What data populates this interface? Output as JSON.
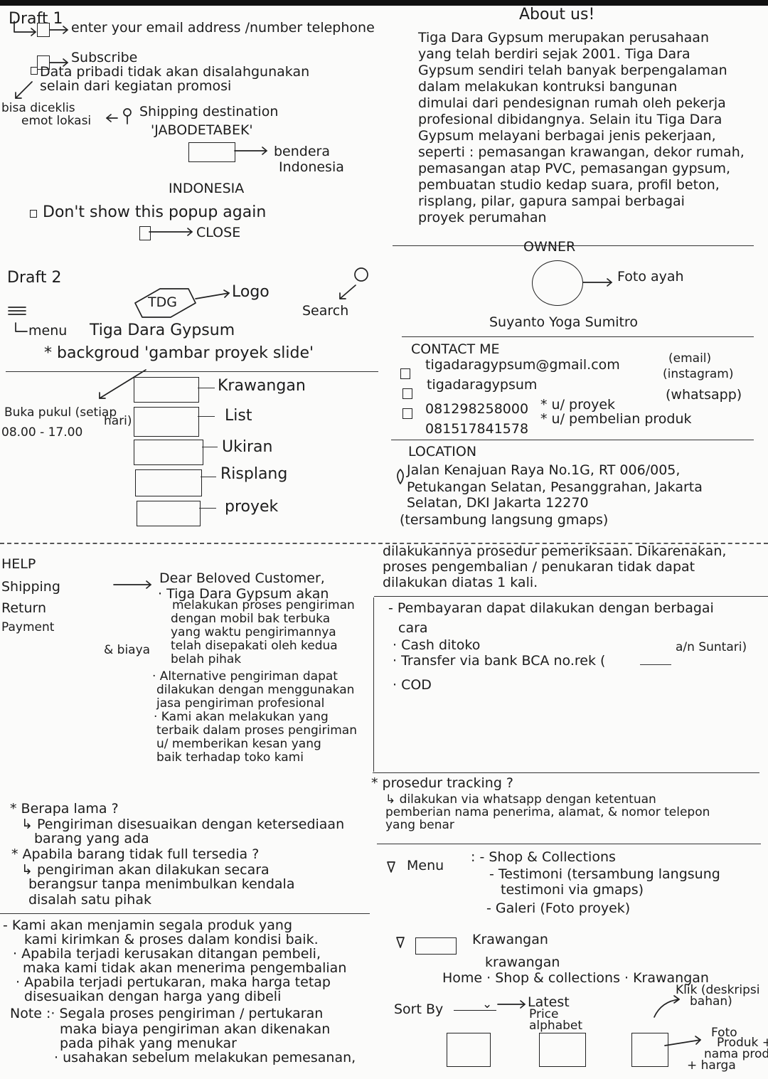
{
  "draft1": {
    "title": "Draft 1",
    "email_note": "enter your email address /number telephone",
    "subscribe": "Subscribe",
    "privacy_1": "Data pribadi tidak akan disalahgunakan",
    "privacy_2": "selain dari kegiatan promosi",
    "side_note_1": "bisa diceklis",
    "side_note_2": "emot lokasi",
    "shipping_dest": "Shipping destination",
    "region": "'JABODETABEK'",
    "flag_note_1": "bendera",
    "flag_note_2": "Indonesia",
    "country": "INDONESIA",
    "dont_show": "Don't show this popup again",
    "close": "CLOSE"
  },
  "draft2": {
    "title": "Draft 2",
    "logo_text": "TDG",
    "logo_label": "Logo",
    "search_label": "Search",
    "menu_label": "menu",
    "brand": "Tiga Dara Gypsum",
    "background_note": "* backgroud 'gambar proyek slide'",
    "hours_1": "Buka pukul (setiap",
    "hours_2": "hari)",
    "hours_3": "08.00 - 17.00",
    "menu_items": [
      "Krawangan",
      "List",
      "Ukiran",
      "Risplang",
      "proyek"
    ]
  },
  "about": {
    "title": "About us!",
    "lines": [
      "Tiga Dara Gypsum merupakan perusahaan",
      "yang telah berdiri sejak 2001. Tiga Dara",
      "Gypsum sendiri telah banyak berpengalaman",
      "dalam melakukan kontruksi bangunan",
      "dimulai dari pendesignan rumah oleh pekerja",
      "profesional dibidangnya. Selain itu Tiga Dara",
      "Gypsum melayani berbagai jenis pekerjaan,",
      "seperti : pemasangan krawangan, dekor rumah,",
      "pemasangan atap PVC, pemasangan gypsum,",
      "pembuatan studio kedap suara, profil beton,",
      "risplang, pilar, gapura sampai berbagai",
      "proyek perumahan"
    ]
  },
  "owner": {
    "title": "OWNER",
    "photo_note": "Foto ayah",
    "name": "Suyanto Yoga Sumitro"
  },
  "contact": {
    "title": "CONTACT ME",
    "email": "tigadaragypsum@gmail.com",
    "email_tag": "(email)",
    "instagram": "tigadaragypsum",
    "instagram_tag": "(instagram)",
    "phone_1": "081298258000",
    "phone_1_note": "* u/ proyek",
    "whatsapp_tag": "(whatsapp)",
    "phone_2": "081517841578",
    "phone_2_note": "* u/ pembelian produk"
  },
  "location": {
    "title": "LOCATION",
    "line1": "Jalan Kenajuan Raya No.1G, RT 006/005,",
    "line2": "Petukangan Selatan, Pesanggrahan, Jakarta",
    "line3": "Selatan, DKI Jakarta 12270",
    "line4": "(tersambung langsung gmaps)"
  },
  "help": {
    "title": "HELP",
    "nav": [
      "Shipping",
      "Return",
      "Payment"
    ],
    "greeting": "Dear Beloved Customer,",
    "shipping_lines": [
      "· Tiga Dara Gypsum akan",
      "melakukan proses pengiriman",
      "dengan mobil bak terbuka",
      "yang waktu pengirimannya",
      "telah disepakati oleh kedua",
      "belah pihak",
      "· Alternative pengiriman dapat",
      "dilakukan dengan menggunakan",
      "jasa pengiriman profesional",
      "· Kami akan melakukan yang",
      "terbaik dalam proses pengiriman",
      "u/ memberikan kesan yang",
      "baik terhadap toko kami"
    ],
    "biaya_note": "& biaya",
    "faq_lines": [
      "* Berapa lama ?",
      "↳ Pengiriman disesuaikan dengan ketersediaan",
      "barang yang ada",
      "* Apabila barang tidak full tersedia ?",
      "↳ pengiriman akan dilakukan secara",
      "berangsur tanpa menimbulkan kendala",
      "disalah satu pihak"
    ],
    "return_lines": [
      "- Kami akan menjamin segala produk yang",
      "kami kirimkan & proses dalam kondisi baik.",
      "· Apabila terjadi kerusakan ditangan pembeli,",
      "maka kami tidak akan menerima pengembalian",
      "· Apabila terjadi pertukaran, maka harga tetap",
      "disesuaikan dengan harga yang dibeli",
      "Note :· Segala proses pengiriman / pertukaran",
      "maka biaya pengiriman akan dikenakan",
      "pada pihak yang menukar",
      "· usahakan sebelum melakukan pemesanan,"
    ],
    "return_cont": [
      "dilakukannya prosedur pemeriksaan. Dikarenakan,",
      "proses pengembalian / penukaran tidak dapat",
      "dilakukan diatas 1 kali."
    ],
    "payment_lines": [
      "- Pembayaran dapat dilakukan dengan berbagai",
      "cara",
      "· Cash ditoko",
      "· Transfer via bank BCA no.rek (",
      "· COD"
    ],
    "account_owner": "a/n Suntari)",
    "tracking_lines": [
      "* prosedur tracking ?",
      "↳ dilakukan via whatsapp dengan ketentuan",
      "pemberian nama penerima, alamat, & nomor telepon",
      "yang benar"
    ]
  },
  "shop": {
    "menu_label": "Menu",
    "menu_items": [
      ": - Shop & Collections",
      "- Testimoni (tersambung langsung",
      "testimoni via gmaps)",
      "- Galeri (Foto proyek)"
    ],
    "krawangan_label": "Krawangan",
    "page_title": "krawangan",
    "breadcrumb": "Home · Shop & collections · Krawangan",
    "sort_label": "Sort By",
    "sort_options": [
      "Latest",
      "Price",
      "alphabet"
    ],
    "click_note_1": "Klik (deskripsi",
    "click_note_2": "bahan)",
    "card_note_1": "Foto",
    "card_note_2": "Produk +",
    "card_note_3": "nama produk",
    "card_note_4": "+ harga"
  }
}
